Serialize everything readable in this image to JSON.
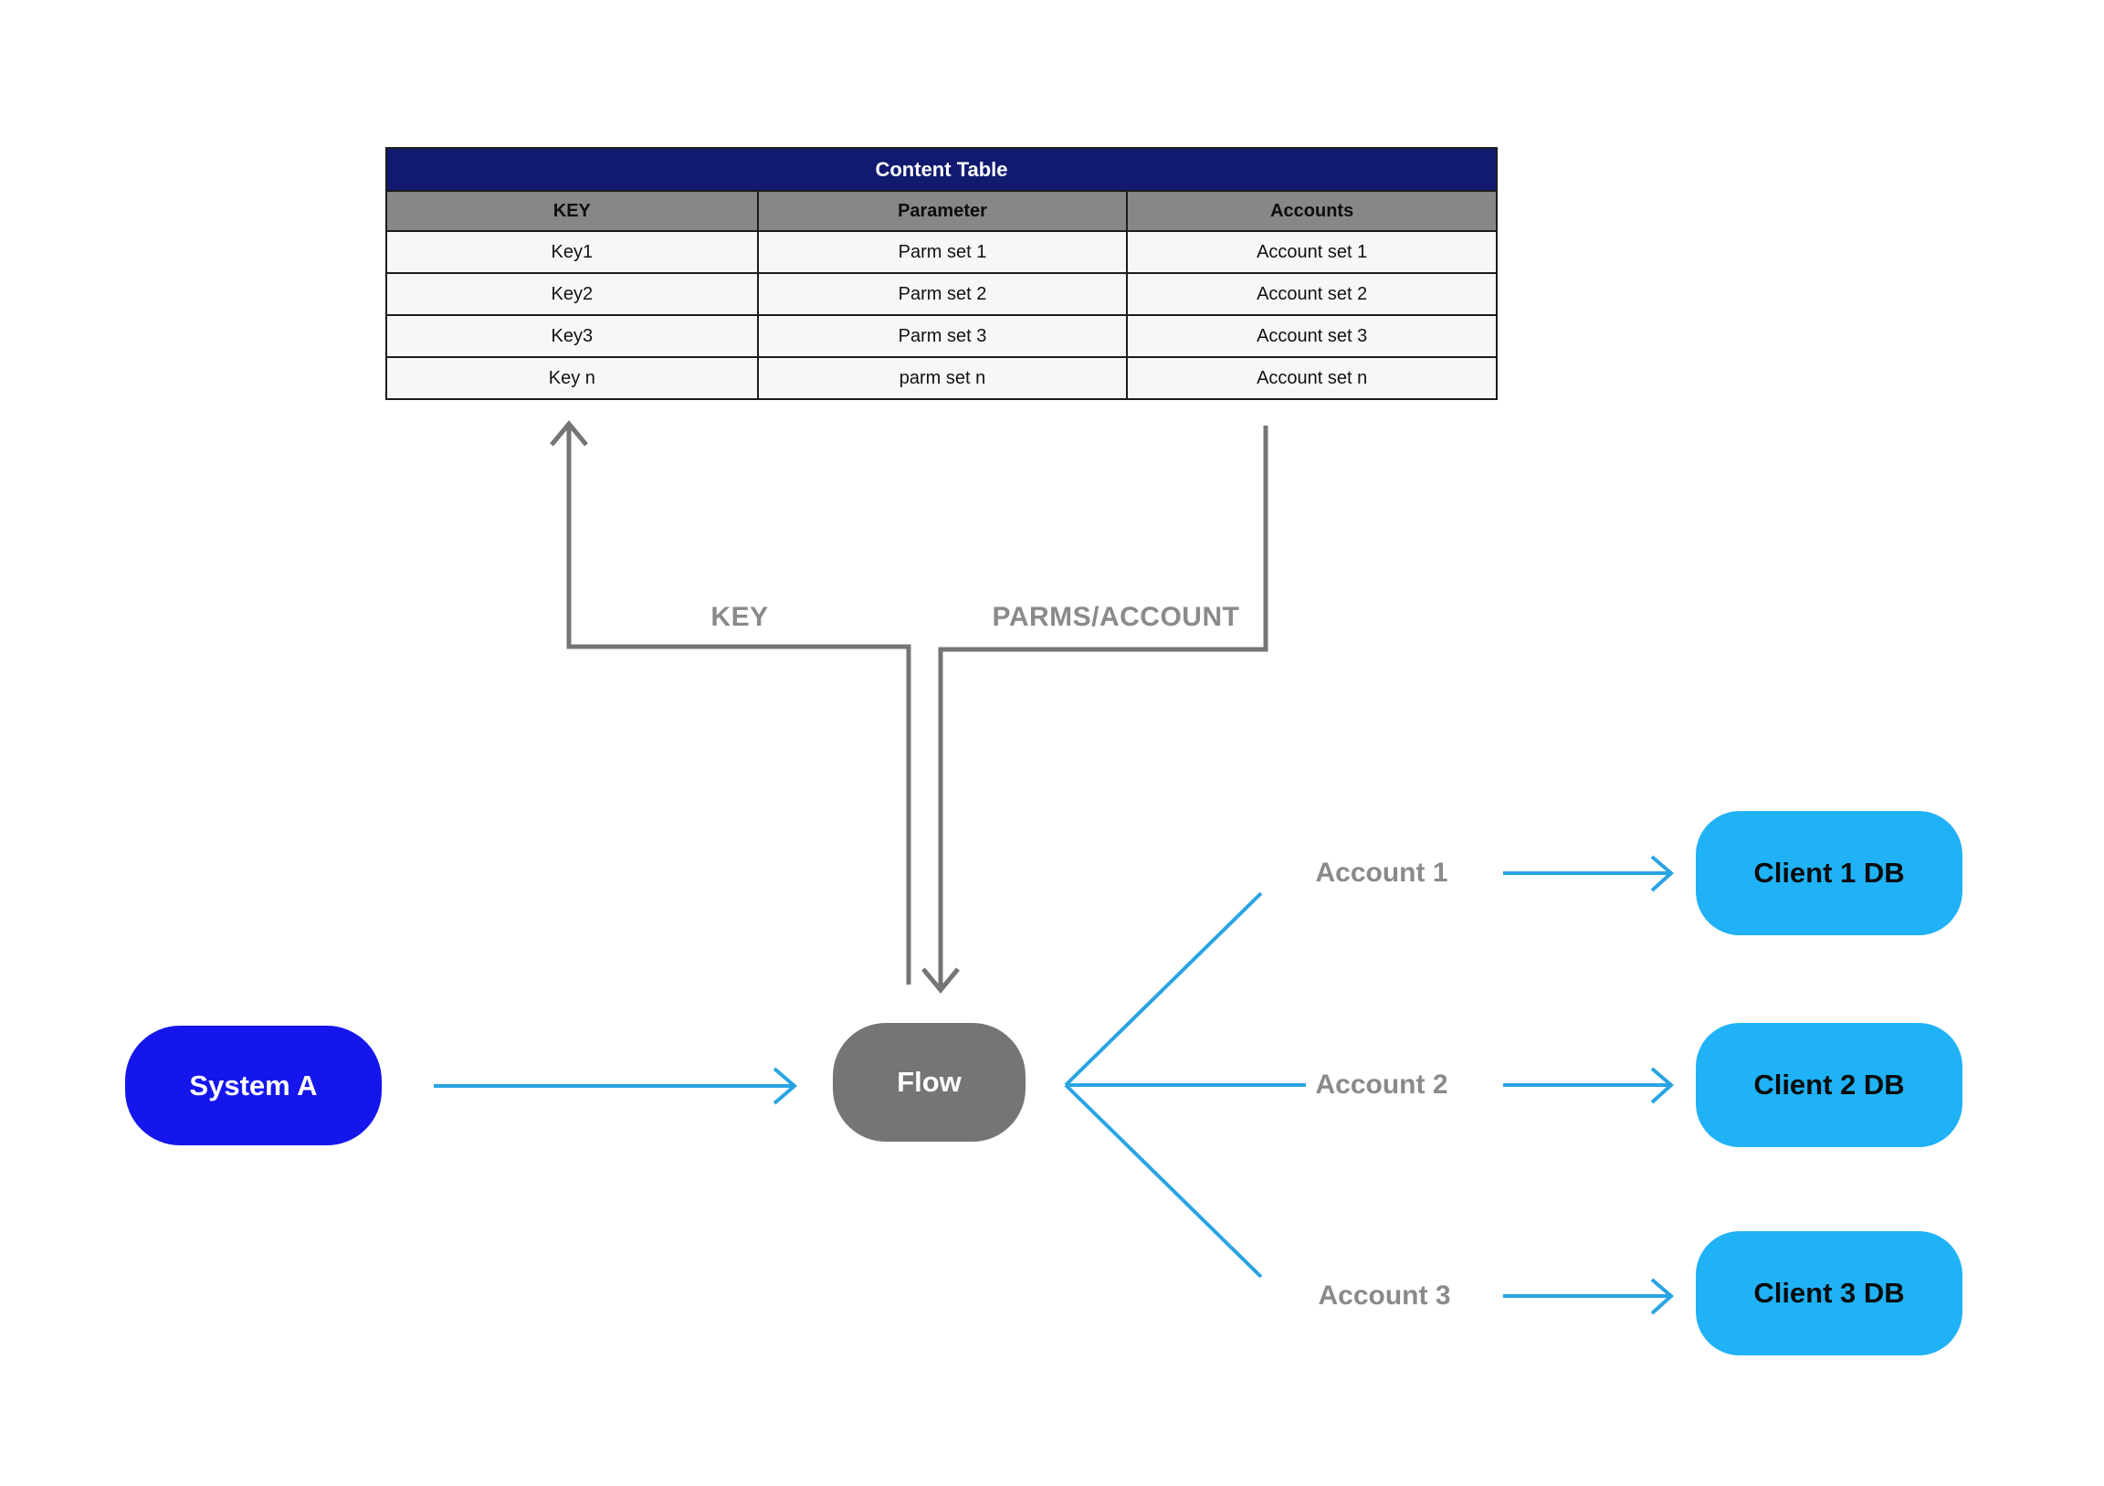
{
  "table": {
    "title": "Content Table",
    "columns": [
      "KEY",
      "Parameter",
      "Accounts"
    ],
    "rows": [
      [
        "Key1",
        "Parm set 1",
        "Account set 1"
      ],
      [
        "Key2",
        "Parm set 2",
        "Account set 2"
      ],
      [
        "Key3",
        "Parm set 3",
        "Account set 3"
      ],
      [
        "Key n",
        "parm set n",
        "Account set n"
      ]
    ]
  },
  "connectors": {
    "key_label": "KEY",
    "parms_label": "PARMS/ACCOUNT"
  },
  "nodes": {
    "system_a": "System A",
    "flow": "Flow"
  },
  "accounts": [
    "Account 1",
    "Account 2",
    "Account 3"
  ],
  "clients": [
    "Client 1 DB",
    "Client 2 DB",
    "Client 3 DB"
  ],
  "colors": {
    "table_title_bg": "#111A6E",
    "table_header_bg": "#878787",
    "table_row_bg": "#F7F7F7",
    "table_border": "#1C1C1C",
    "system_a_bg": "#1516EC",
    "flow_bg": "#757575",
    "client_db_bg": "#20B2F6",
    "gray_connector": "#757575",
    "blue_connector": "#29A4E3",
    "label_gray": "#8A8A8A"
  }
}
